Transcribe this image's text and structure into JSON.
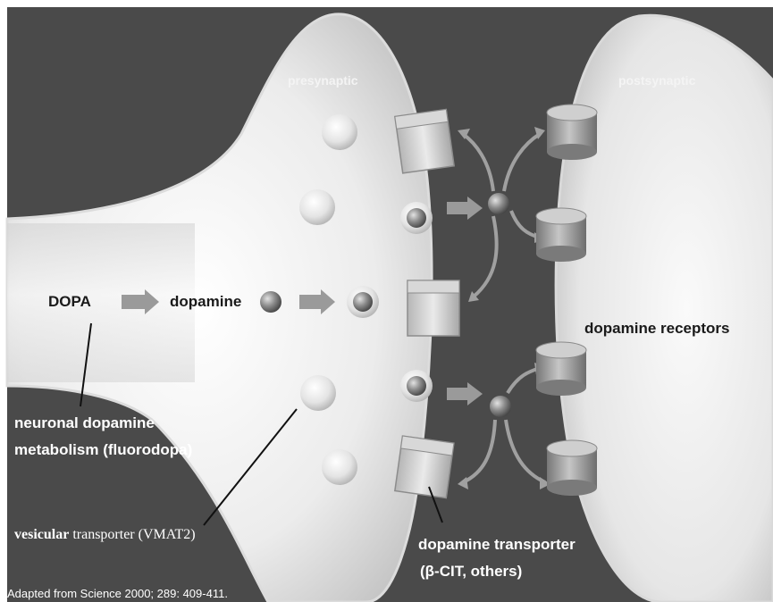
{
  "labels": {
    "presynaptic": "presynaptic",
    "postsynaptic": "postsynaptic",
    "dopa": "DOPA",
    "dopamine": "dopamine",
    "dopamine_receptors": "dopamine receptors",
    "metabolism_line1": "neuronal dopamine",
    "metabolism_line2": "metabolism (fluorodopa)",
    "vesicular_bold": "vesicular",
    "vesicular_rest": " transporter (VMAT2)",
    "transporter_line1": "dopamine transporter",
    "transporter_line2": "(β-CIT, others)",
    "credit": "Adapted from Science 2000; 289: 409-411."
  },
  "colors": {
    "background": "#4a4a4a",
    "neuron": "#e8e8e8",
    "dopamine_ball": "#8a8a8a",
    "arrow": "#9a9a9a"
  }
}
